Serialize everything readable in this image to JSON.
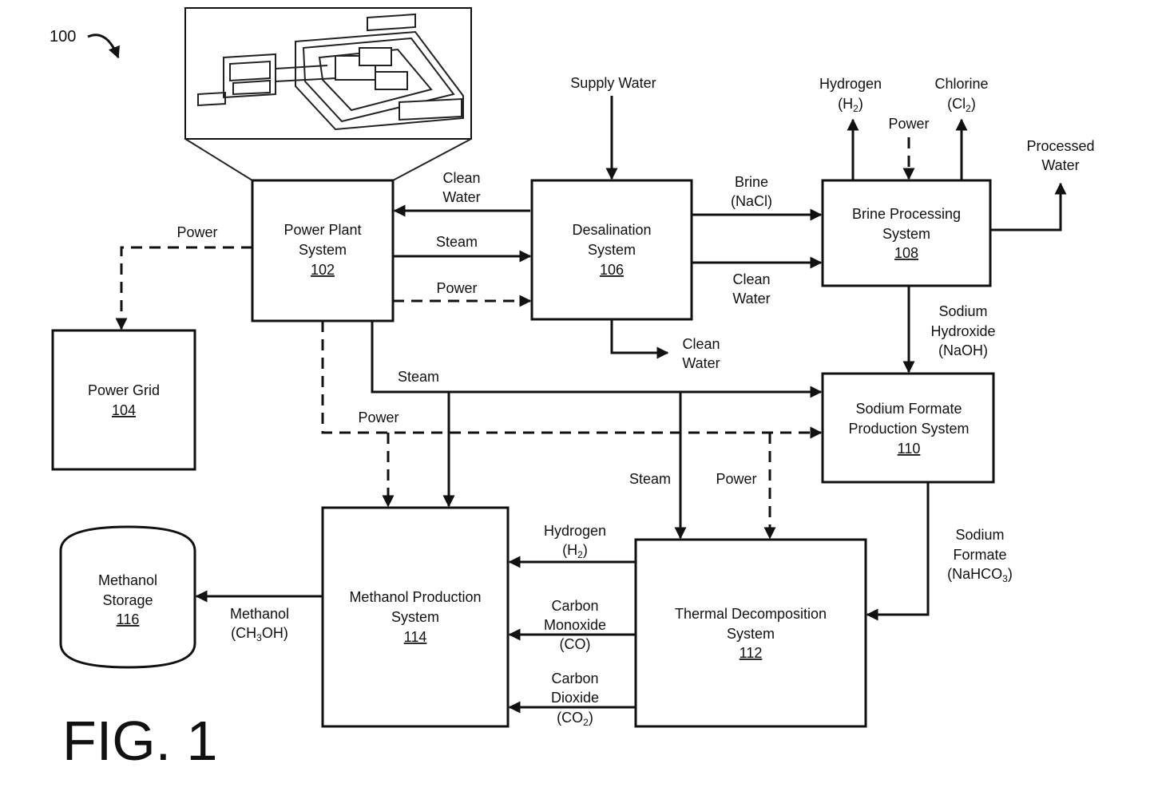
{
  "figure": {
    "label": "FIG. 1",
    "ref": "100"
  },
  "nodes": {
    "power_plant": {
      "line1": "Power Plant",
      "line2": "System",
      "num": "102"
    },
    "power_grid": {
      "line1": "Power Grid",
      "num": "104"
    },
    "desalination": {
      "line1": "Desalination",
      "line2": "System",
      "num": "106"
    },
    "brine_processing": {
      "line1": "Brine Processing",
      "line2": "System",
      "num": "108"
    },
    "sodium_formate": {
      "line1": "Sodium Formate",
      "line2": "Production System",
      "num": "110"
    },
    "thermal": {
      "line1": "Thermal Decomposition",
      "line2": "System",
      "num": "112"
    },
    "methanol_prod": {
      "line1": "Methanol Production",
      "line2": "System",
      "num": "114"
    },
    "methanol_storage": {
      "line1": "Methanol",
      "line2": "Storage",
      "num": "116"
    }
  },
  "edges": {
    "supply_water": "Supply Water",
    "clean_water_to_plant": {
      "l1": "Clean",
      "l2": "Water"
    },
    "steam_to_desal": "Steam",
    "power_to_desal": "Power",
    "power_to_grid": "Power",
    "brine": {
      "l1": "Brine",
      "l2": "(NaCl)"
    },
    "clean_water_to_brine": {
      "l1": "Clean",
      "l2": "Water"
    },
    "clean_water_out": {
      "l1": "Clean",
      "l2": "Water"
    },
    "hydrogen_out": {
      "l1": "Hydrogen",
      "l2": "(H",
      "sub": "2",
      "l2b": ")"
    },
    "chlorine_out": {
      "l1": "Chlorine",
      "l2": "(Cl",
      "sub": "2",
      "l2b": ")"
    },
    "power_to_brine": "Power",
    "processed_water": {
      "l1": "Processed",
      "l2": "Water"
    },
    "naoh": {
      "l1": "Sodium",
      "l2": "Hydroxide",
      "l3": "(NaOH)"
    },
    "steam_to_formate": "Steam",
    "power_to_formate": "Power",
    "steam_to_thermal": "Steam",
    "power_to_thermal": "Power",
    "sodium_formate_flow": {
      "l1": "Sodium",
      "l2": "Formate",
      "l3": "(NaHCO",
      "sub": "3",
      "l3b": ")"
    },
    "hydrogen_flow": {
      "l1": "Hydrogen",
      "l2": "(H",
      "sub": "2",
      "l2b": ")"
    },
    "co_flow": {
      "l1": "Carbon",
      "l2": "Monoxide",
      "l3": "(CO)"
    },
    "co2_flow": {
      "l1": "Carbon",
      "l2": "Dioxide",
      "l3": "(CO",
      "sub": "2",
      "l3b": ")"
    },
    "methanol_flow": {
      "l1": "Methanol",
      "l2": "(CH",
      "sub": "3",
      "l2b": "OH)"
    }
  }
}
